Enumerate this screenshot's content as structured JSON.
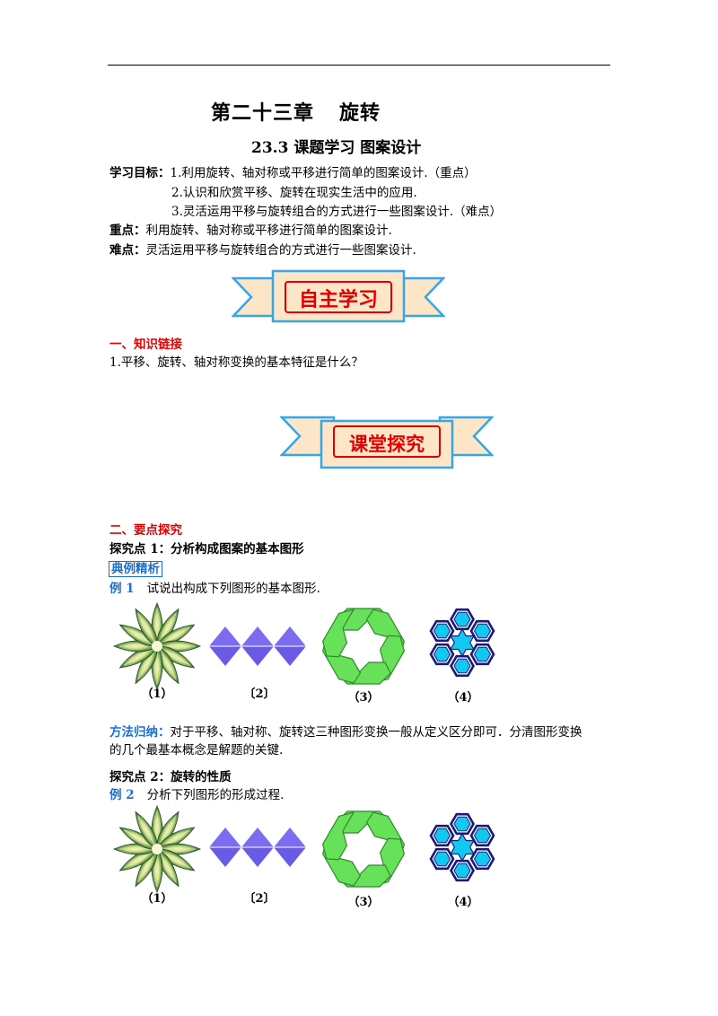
{
  "chapter": {
    "num": "第二十三章",
    "title": "旋转"
  },
  "section_title": "23.3  课题学习  图案设计",
  "objectives": {
    "label": "学习目标：",
    "items": [
      "1.利用旋转、轴对称或平移进行简单的图案设计.（重点）",
      "2.认识和欣赏平移、旋转在现实生活中的应用.",
      "3.灵活运用平移与旋转组合的方式进行一些图案设计.（难点）"
    ]
  },
  "key_point": {
    "label": "重点：",
    "text": "利用旋转、轴对称或平移进行简单的图案设计."
  },
  "difficulty": {
    "label": "难点：",
    "text": "灵活运用平移与旋转组合的方式进行一些图案设计."
  },
  "banners": {
    "self_study": "自主学习",
    "class_explore": "课堂探究"
  },
  "part1": {
    "heading": "一、知识链接",
    "q1": "1.平移、旋转、轴对称变换的基本特征是什么？"
  },
  "part2": {
    "heading": "二、要点探究",
    "point1": "探究点 1：分析构成图案的基本图形",
    "example_tag": "典例精析",
    "ex1_label": "例 1",
    "ex1_text": "试说出构成下列图形的基本图形.",
    "method_label": "方法归纳：",
    "method_text_line1": "对于平移、轴对称、旋转这三种图形变换一般从定义区分即可．分清图形变换",
    "method_text_line2": "的几个最基本概念是解题的关键.",
    "point2": "探究点 2：旋转的性质",
    "ex2_label": "例 2",
    "ex2_text": "分析下列图形的形成过程."
  },
  "figure_labels": [
    "（1）",
    "〔2〕",
    "（3）",
    "（4）"
  ],
  "colors": {
    "banner_fill": "#fde5c8",
    "banner_stroke": "#36a6e8",
    "banner_text": "#e00000",
    "heading_red": "#e00000",
    "accent_blue": "#1a6fd1",
    "flower_dark": "#2e6b2e",
    "flower_light": "#f2f4c8",
    "diamond": "#7b6cf0",
    "hex_ring": "#67e05a",
    "snow_blue": "#10c8f0",
    "snow_navy": "#1a1a7a"
  }
}
